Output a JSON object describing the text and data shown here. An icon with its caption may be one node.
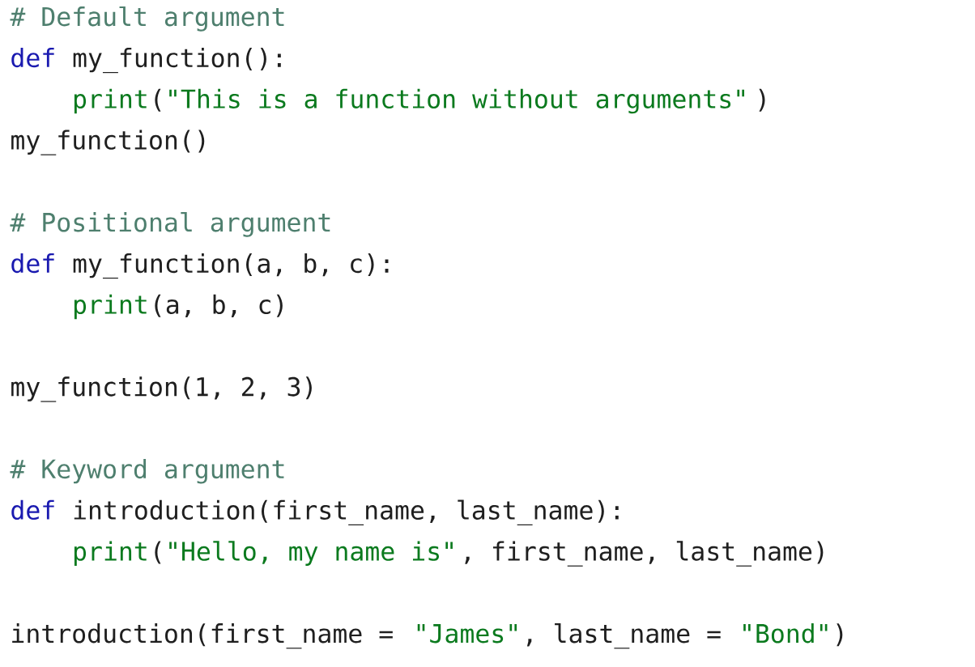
{
  "diagram": {
    "labels": [
      "# Default argument",
      "def",
      "my_function():",
      "print",
      "(",
      "\"This is a function without arguments\"",
      ")",
      "my_function()",
      "# Positional argument",
      "def",
      "my_function(a, b, c):",
      "print",
      "(a, b, c)",
      "my_function(1, 2, 3)",
      "# Keyword argument",
      "def",
      "introduction(first_name, last_name):",
      "print",
      "(",
      "\"Hello, my name is\"",
      ", first_name, last_name)",
      "introduction(first_name =",
      "\"James\"",
      ", last_name =",
      "\"Bond\"",
      ")"
    ]
  }
}
